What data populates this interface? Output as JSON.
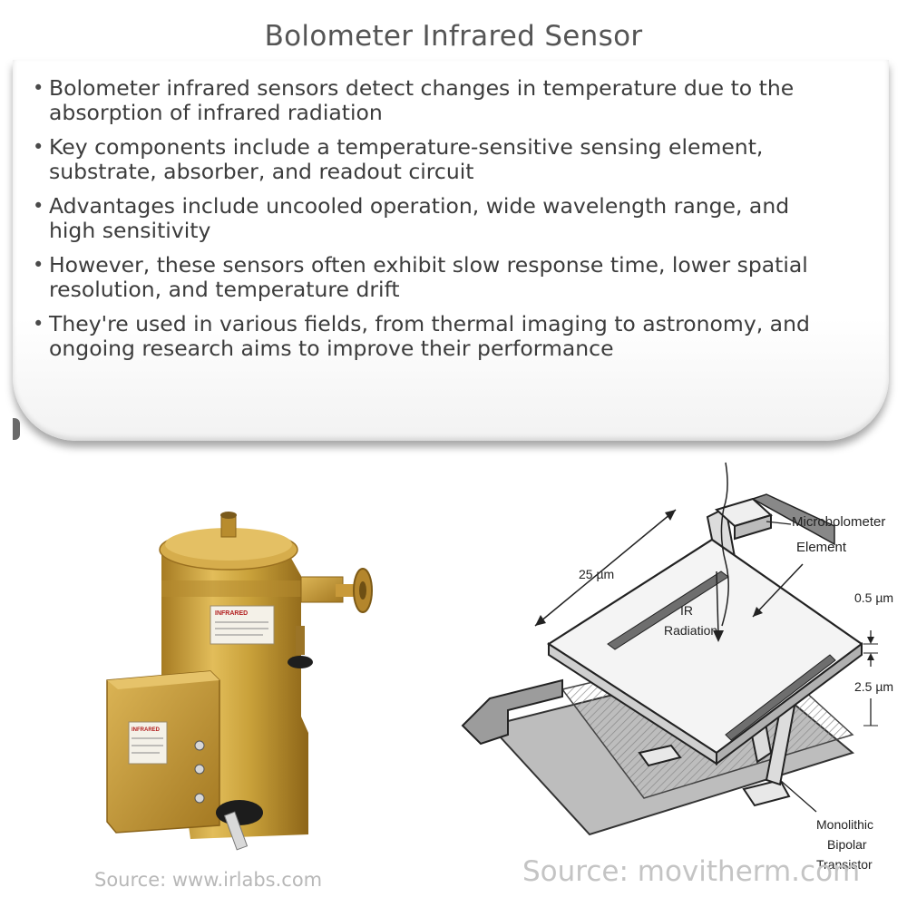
{
  "title": "Bolometer Infrared Sensor",
  "bullets": [
    {
      "line1": "Bolometer infrared sensors detect changes in temperature due to the",
      "line2": "absorption of infrared radiation"
    },
    {
      "line1": "Key components include a temperature-sensitive sensing element,",
      "line2": "substrate, absorber, and readout circuit"
    },
    {
      "line1": "Advantages include uncooled operation, wide wavelength range, and",
      "line2": "high sensitivity"
    },
    {
      "line1": "However, these sensors often exhibit slow response time, lower spatial",
      "line2": "resolution, and temperature drift"
    },
    {
      "line1": "They're used in various fields, from thermal imaging to astronomy, and",
      "line2": "ongoing research aims to improve their performance"
    }
  ],
  "photo": {
    "label_brand": "INFRARED",
    "box_label_brand": "INFRARED"
  },
  "diagram": {
    "label_microbolometer": "Microbolometer",
    "label_element": "Element",
    "label_ir": "IR",
    "label_radiation": "Radiation",
    "label_size": "25 µm",
    "label_thickness": "0.5 µm",
    "label_gap": "2.5 µm",
    "label_monolithic": "Monolithic",
    "label_bipolar": "Bipolar",
    "label_transistor": "Transistor"
  },
  "sources": {
    "left": "Source: www.irlabs.com",
    "right": "Source: movitherm.com"
  },
  "colors": {
    "gold": "#c9a13a",
    "title": "#555555",
    "source": "#b8b8b8"
  }
}
